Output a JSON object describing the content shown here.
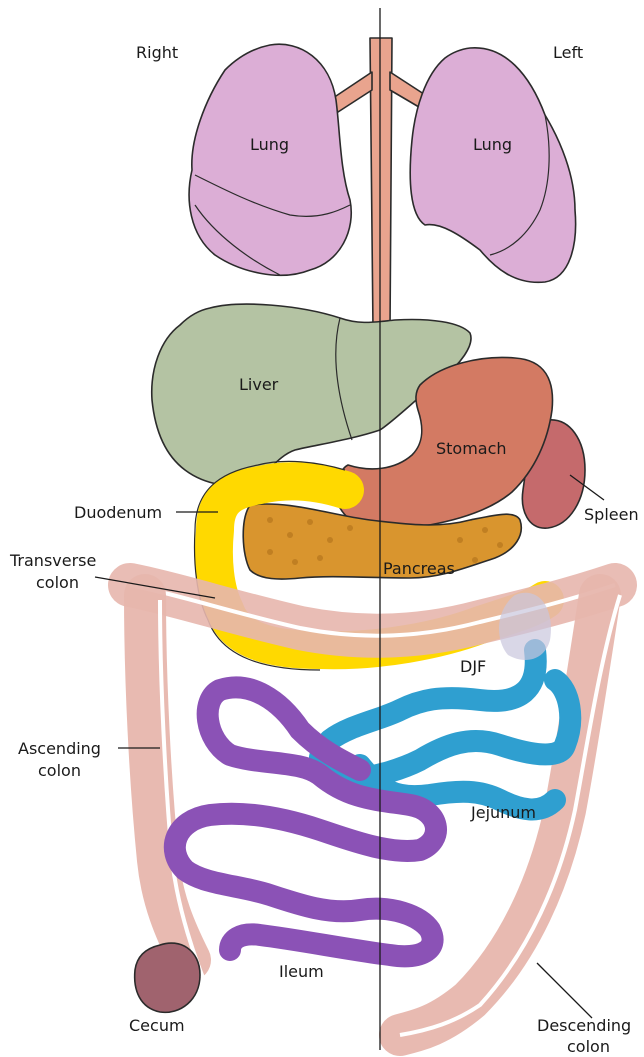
{
  "orientation": {
    "right_label": "Right",
    "left_label": "Left"
  },
  "organs": {
    "lung_right": "Lung",
    "lung_left": "Lung",
    "liver": "Liver",
    "stomach": "Stomach",
    "spleen": "Spleen",
    "duodenum": "Duodenum",
    "pancreas": "Pancreas",
    "transverse_colon_line1": "Transverse",
    "transverse_colon_line2": "colon",
    "djf": "DJF",
    "ascending_colon_line1": "Ascending",
    "ascending_colon_line2": "colon",
    "jejunum": "Jejunum",
    "ileum": "Ileum",
    "cecum": "Cecum",
    "descending_colon_line1": "Descending",
    "descending_colon_line2": "colon"
  },
  "colors": {
    "lung": "#dcaed6",
    "trachea": "#e9a48e",
    "liver": "#b4c3a3",
    "stomach": "#d37a63",
    "spleen": "#c56a6c",
    "duodenum": "#ffd900",
    "pancreas": "#d9952e",
    "colon": "#e7b6ad",
    "jejunum": "#2f9fd0",
    "ileum": "#8b52b6",
    "cecum": "#a0636e"
  }
}
